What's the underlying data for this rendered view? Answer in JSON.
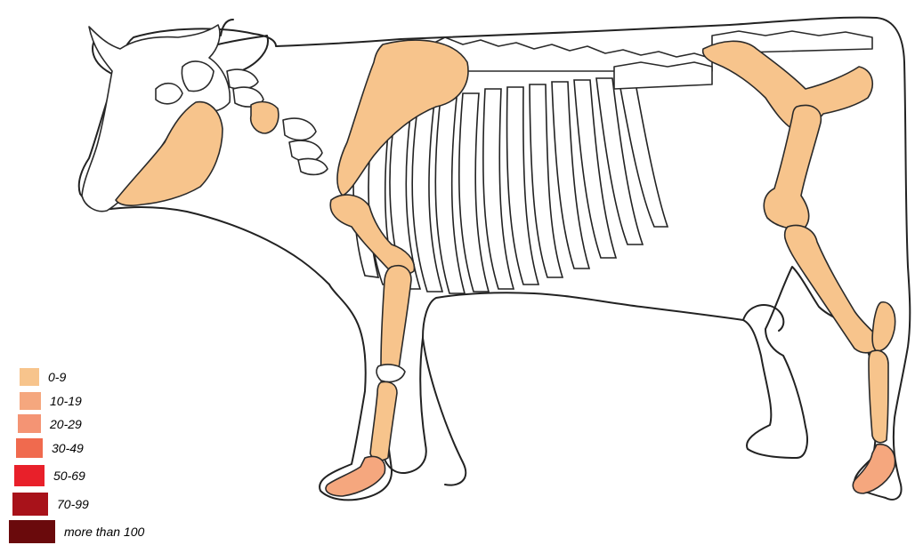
{
  "legend": {
    "items": [
      {
        "label": "0-9",
        "color": "#f7c48c"
      },
      {
        "label": "10-19",
        "color": "#f5a77e"
      },
      {
        "label": "20-29",
        "color": "#f49474"
      },
      {
        "label": "30-49",
        "color": "#f06a4e"
      },
      {
        "label": "50-69",
        "color": "#e8202a"
      },
      {
        "label": "70-99",
        "color": "#a8121a"
      },
      {
        "label": "more than 100",
        "color": "#6a0a0c"
      }
    ]
  },
  "bones": [
    {
      "name": "mandible",
      "category": "0-9"
    },
    {
      "name": "atlas",
      "category": "0-9"
    },
    {
      "name": "scapula",
      "category": "0-9"
    },
    {
      "name": "humerus",
      "category": "0-9"
    },
    {
      "name": "radius-ulna",
      "category": "0-9"
    },
    {
      "name": "metacarpal",
      "category": "0-9"
    },
    {
      "name": "front-phalanges",
      "category": "10-19"
    },
    {
      "name": "pelvis",
      "category": "0-9"
    },
    {
      "name": "femur",
      "category": "0-9"
    },
    {
      "name": "tibia",
      "category": "0-9"
    },
    {
      "name": "metatarsal",
      "category": "0-9"
    },
    {
      "name": "hind-phalanges",
      "category": "10-19"
    }
  ]
}
